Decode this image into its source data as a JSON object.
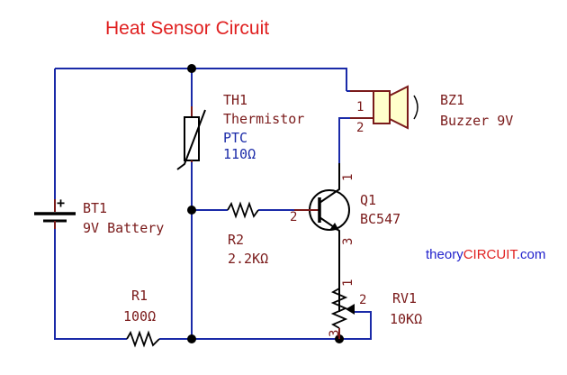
{
  "title": "Heat Sensor Circuit",
  "watermark": {
    "part1": "theory",
    "part2": "CIRCUIT",
    "part3": ".com"
  },
  "components": {
    "th1": {
      "ref": "TH1",
      "name": "Thermistor",
      "type": "PTC",
      "value": "110Ω"
    },
    "bz1": {
      "ref": "BZ1",
      "name": "Buzzer 9V",
      "pin1": "1",
      "pin2": "2"
    },
    "bt1": {
      "ref": "BT1",
      "name": "9V Battery",
      "polarity": "+"
    },
    "q1": {
      "ref": "Q1",
      "name": "BC547",
      "pin1": "1",
      "pin2": "2",
      "pin3": "3"
    },
    "r2": {
      "ref": "R2",
      "value": "2.2KΩ"
    },
    "r1": {
      "ref": "R1",
      "value": "100Ω"
    },
    "rv1": {
      "ref": "RV1",
      "value": "10KΩ",
      "pin1": "1",
      "pin2": "2",
      "pin3": "3"
    }
  },
  "colors": {
    "wire": "#1a2aa8",
    "component": "#7a1a1a",
    "title": "#e02020",
    "junction": "#000000"
  }
}
